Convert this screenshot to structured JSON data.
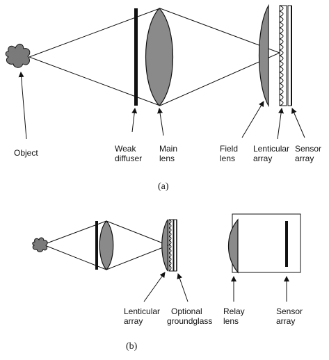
{
  "figure_a": {
    "caption": "(a)",
    "labels": {
      "object": "Object",
      "weak_diffuser": [
        "Weak",
        "diffuser"
      ],
      "main_lens": [
        "Main",
        "lens"
      ],
      "field_lens": [
        "Field",
        "lens"
      ],
      "lenticular_array": [
        "Lenticular",
        "array"
      ],
      "sensor_array": [
        "Sensor",
        "array"
      ]
    }
  },
  "figure_b": {
    "caption": "(b)",
    "labels": {
      "lenticular_array": [
        "Lenticular",
        "array"
      ],
      "optional_groundglass": [
        "Optional",
        "groundglass"
      ],
      "relay_lens": [
        "Relay",
        "lens"
      ],
      "sensor_array": [
        "Sensor",
        "array"
      ]
    }
  },
  "colors": {
    "ink": "#111111",
    "lens_fill": "#8a8a8a",
    "object_fill": "#7a7a7a"
  }
}
